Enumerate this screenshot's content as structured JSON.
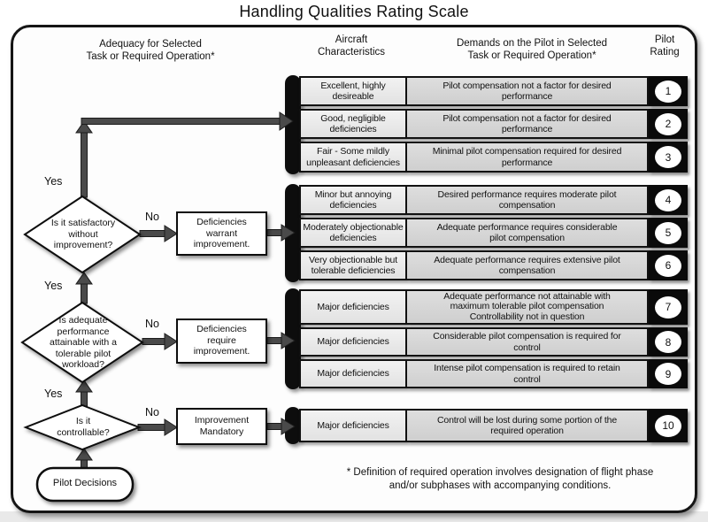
{
  "title": "Handling Qualities Rating Scale",
  "headers": {
    "adequacy": "Adequacy for Selected\nTask or Required  Operation*",
    "aircraft": "Aircraft\nCharacteristics",
    "demands": "Demands on the Pilot in Selected\nTask or Required Operation*",
    "rating": "Pilot\nRating"
  },
  "flowchart": {
    "start_node": "Pilot Decisions",
    "decisions": [
      {
        "question": "Is it satisfactory\nwithout\nimprovement?",
        "yes_label": "Yes",
        "no_label": "No",
        "action": "Deficiencies\nwarrant\nimprovement."
      },
      {
        "question": "Is adequate\nperformance\nattainable with a\ntolerable pilot\nworkload?",
        "yes_label": "Yes",
        "no_label": "No",
        "action": "Deficiencies\nrequire\nimprovement."
      },
      {
        "question": "Is it\ncontrollable?",
        "yes_label": "Yes",
        "no_label": "No",
        "action": "Improvement\nMandatory"
      }
    ]
  },
  "rating_table": {
    "groups": [
      {
        "rows": [
          {
            "characteristics": "Excellent, highly\ndesireable",
            "demands": "Pilot compensation not a factor for desired\nperformance",
            "rating": "1"
          },
          {
            "characteristics": "Good, negligible\ndeficiencies",
            "demands": "Pilot compensation not a factor for desired\nperformance",
            "rating": "2"
          },
          {
            "characteristics": "Fair - Some mildly\nunpleasant deficiencies",
            "demands": "Minimal pilot compensation required for desired\nperformance",
            "rating": "3"
          }
        ]
      },
      {
        "rows": [
          {
            "characteristics": "Minor but annoying\ndeficiencies",
            "demands": "Desired performance requires moderate pilot\ncompensation",
            "rating": "4"
          },
          {
            "characteristics": "Moderately objectionable\ndeficiencies",
            "demands": "Adequate performance requires considerable\npilot compensation",
            "rating": "5"
          },
          {
            "characteristics": "Very objectionable but\ntolerable deficiencies",
            "demands": "Adequate performance requires extensive pilot\ncompensation",
            "rating": "6"
          }
        ]
      },
      {
        "rows": [
          {
            "characteristics": "Major deficiencies",
            "demands": "Adequate performance not attainable with\nmaximum tolerable pilot compensation\nControllability not in question",
            "rating": "7"
          },
          {
            "characteristics": "Major deficiencies",
            "demands": "Considerable pilot compensation is required for\ncontrol",
            "rating": "8"
          },
          {
            "characteristics": "Major deficiencies",
            "demands": "Intense pilot compensation is required to retain\ncontrol",
            "rating": "9"
          }
        ]
      },
      {
        "rows": [
          {
            "characteristics": "Major deficiencies",
            "demands": "Control will be lost during some portion of the\nrequired operation",
            "rating": "10"
          }
        ]
      }
    ]
  },
  "footnote": "* Definition of required operation involves designation of flight phase\nand/or subphases with accompanying conditions.",
  "colors": {
    "arrow": "#4a4a4a",
    "bar": "#0a0a0a",
    "cell_light": "#ececec",
    "cell_dark": "#d6d6d6"
  }
}
